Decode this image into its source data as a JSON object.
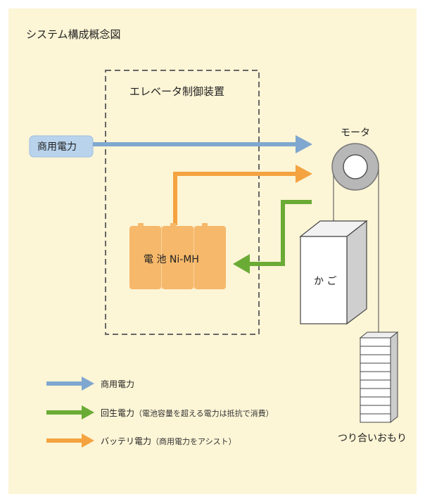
{
  "title": "システム構成概念図",
  "control_unit_label": "エレベータ制御装置",
  "commercial_power_label": "商用電力",
  "battery_label": "電 池 Ni-MH",
  "motor_label": "モータ",
  "car_label": "か ご",
  "counterweight_label": "つり合いおもり",
  "legend": [
    {
      "label": "商用電力",
      "note": "",
      "color": "#7fa7cf"
    },
    {
      "label": "回生電力",
      "note": "（電池容量を超える電力は抵抗で消費）",
      "color": "#6aab35"
    },
    {
      "label": "バッテリ電力",
      "note": "（商用電力をアシスト）",
      "color": "#f4a340"
    }
  ],
  "colors": {
    "background": "#fcf5d6",
    "commercial": "#7fa7cf",
    "regenerative": "#6aab35",
    "battery": "#f4a340",
    "battery_fill": "#f6b86a"
  }
}
